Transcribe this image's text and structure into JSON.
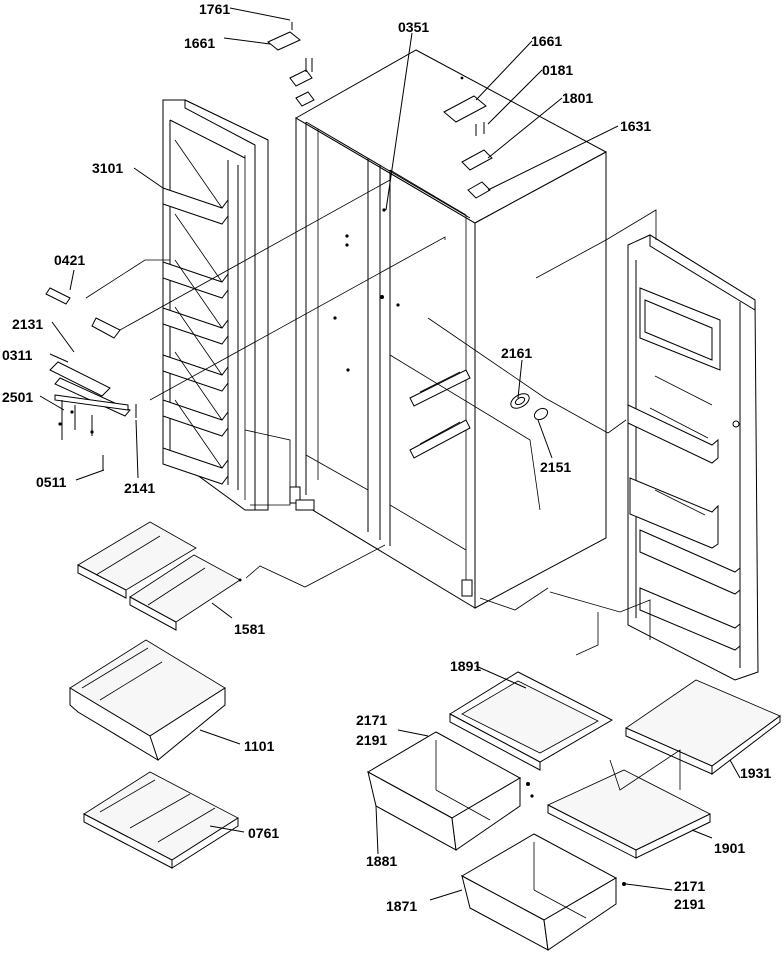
{
  "labels": [
    {
      "id": "p1761",
      "text": "1761"
    },
    {
      "id": "p1661a",
      "text": "1661"
    },
    {
      "id": "p0351",
      "text": "0351"
    },
    {
      "id": "p1661b",
      "text": "1661"
    },
    {
      "id": "p0181",
      "text": "0181"
    },
    {
      "id": "p1801",
      "text": "1801"
    },
    {
      "id": "p1631",
      "text": "1631"
    },
    {
      "id": "p3101",
      "text": "3101"
    },
    {
      "id": "p0421",
      "text": "0421"
    },
    {
      "id": "p2131",
      "text": "2131"
    },
    {
      "id": "p0311",
      "text": "0311"
    },
    {
      "id": "p2501",
      "text": "2501"
    },
    {
      "id": "p0511",
      "text": "0511"
    },
    {
      "id": "p2141",
      "text": "2141"
    },
    {
      "id": "p2161",
      "text": "2161"
    },
    {
      "id": "p2151",
      "text": "2151"
    },
    {
      "id": "p1581",
      "text": "1581"
    },
    {
      "id": "p1101",
      "text": "1101"
    },
    {
      "id": "p0761",
      "text": "0761"
    },
    {
      "id": "p1891",
      "text": "1891"
    },
    {
      "id": "p2171a",
      "text": "2171"
    },
    {
      "id": "p2191a",
      "text": "2191"
    },
    {
      "id": "p1931",
      "text": "1931"
    },
    {
      "id": "p1881",
      "text": "1881"
    },
    {
      "id": "p1901",
      "text": "1901"
    },
    {
      "id": "p1871",
      "text": "1871"
    },
    {
      "id": "p2171b",
      "text": "2171"
    },
    {
      "id": "p2191b",
      "text": "2191"
    }
  ]
}
